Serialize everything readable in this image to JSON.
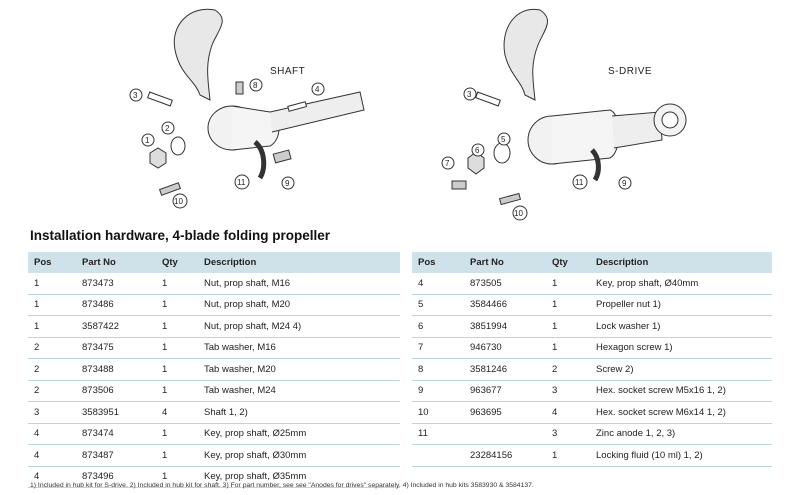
{
  "diagrams": {
    "shaft": {
      "title": "SHAFT",
      "callouts": [
        "1",
        "2",
        "3",
        "4",
        "8",
        "9",
        "10",
        "11"
      ]
    },
    "sdrive": {
      "title": "S-DRIVE",
      "callouts": [
        "3",
        "5",
        "6",
        "7",
        "9",
        "10",
        "11"
      ]
    }
  },
  "section_title": "Installation hardware, 4-blade folding propeller",
  "columns": [
    "Pos",
    "Part No",
    "Qty",
    "Description"
  ],
  "left_rows": [
    {
      "pos": "1",
      "part": "873473",
      "qty": "1",
      "desc": "Nut, prop shaft, M16"
    },
    {
      "pos": "1",
      "part": "873486",
      "qty": "1",
      "desc": "Nut, prop shaft, M20"
    },
    {
      "pos": "1",
      "part": "3587422",
      "qty": "1",
      "desc": "Nut, prop shaft, M24 4)"
    },
    {
      "pos": "2",
      "part": "873475",
      "qty": "1",
      "desc": "Tab washer, M16"
    },
    {
      "pos": "2",
      "part": "873488",
      "qty": "1",
      "desc": "Tab washer, M20"
    },
    {
      "pos": "2",
      "part": "873506",
      "qty": "1",
      "desc": "Tab washer, M24"
    },
    {
      "pos": "3",
      "part": "3583951",
      "qty": "4",
      "desc": "Shaft 1, 2)"
    },
    {
      "pos": "4",
      "part": "873474",
      "qty": "1",
      "desc": "Key, prop shaft, Ø25mm"
    },
    {
      "pos": "4",
      "part": "873487",
      "qty": "1",
      "desc": "Key, prop shaft, Ø30mm"
    },
    {
      "pos": "4",
      "part": "873496",
      "qty": "1",
      "desc": "Key, prop shaft, Ø35mm"
    }
  ],
  "right_rows": [
    {
      "pos": "4",
      "part": "873505",
      "qty": "1",
      "desc": "Key, prop shaft, Ø40mm"
    },
    {
      "pos": "5",
      "part": "3584466",
      "qty": "1",
      "desc": "Propeller nut 1)"
    },
    {
      "pos": "6",
      "part": "3851994",
      "qty": "1",
      "desc": "Lock washer 1)"
    },
    {
      "pos": "7",
      "part": "946730",
      "qty": "1",
      "desc": "Hexagon screw 1)"
    },
    {
      "pos": "8",
      "part": "3581246",
      "qty": "2",
      "desc": "Screw 2)"
    },
    {
      "pos": "9",
      "part": "963677",
      "qty": "3",
      "desc": "Hex. socket screw M5x16 1, 2)"
    },
    {
      "pos": "10",
      "part": "963695",
      "qty": "4",
      "desc": "Hex. socket screw M6x14 1, 2)"
    },
    {
      "pos": "11",
      "part": "",
      "qty": "3",
      "desc": "Zinc anode 1, 2, 3)"
    },
    {
      "pos": "",
      "part": "23284156",
      "qty": "1",
      "desc": "Locking fluid (10 ml) 1, 2)"
    }
  ],
  "footnote": "1) Included in hub kit for S-drive. 2) Included in hub kit for shaft. 3) For part number, see see \"Anodes for drives\" separately. 4) Included in hub kits 3583930 & 3584137."
}
